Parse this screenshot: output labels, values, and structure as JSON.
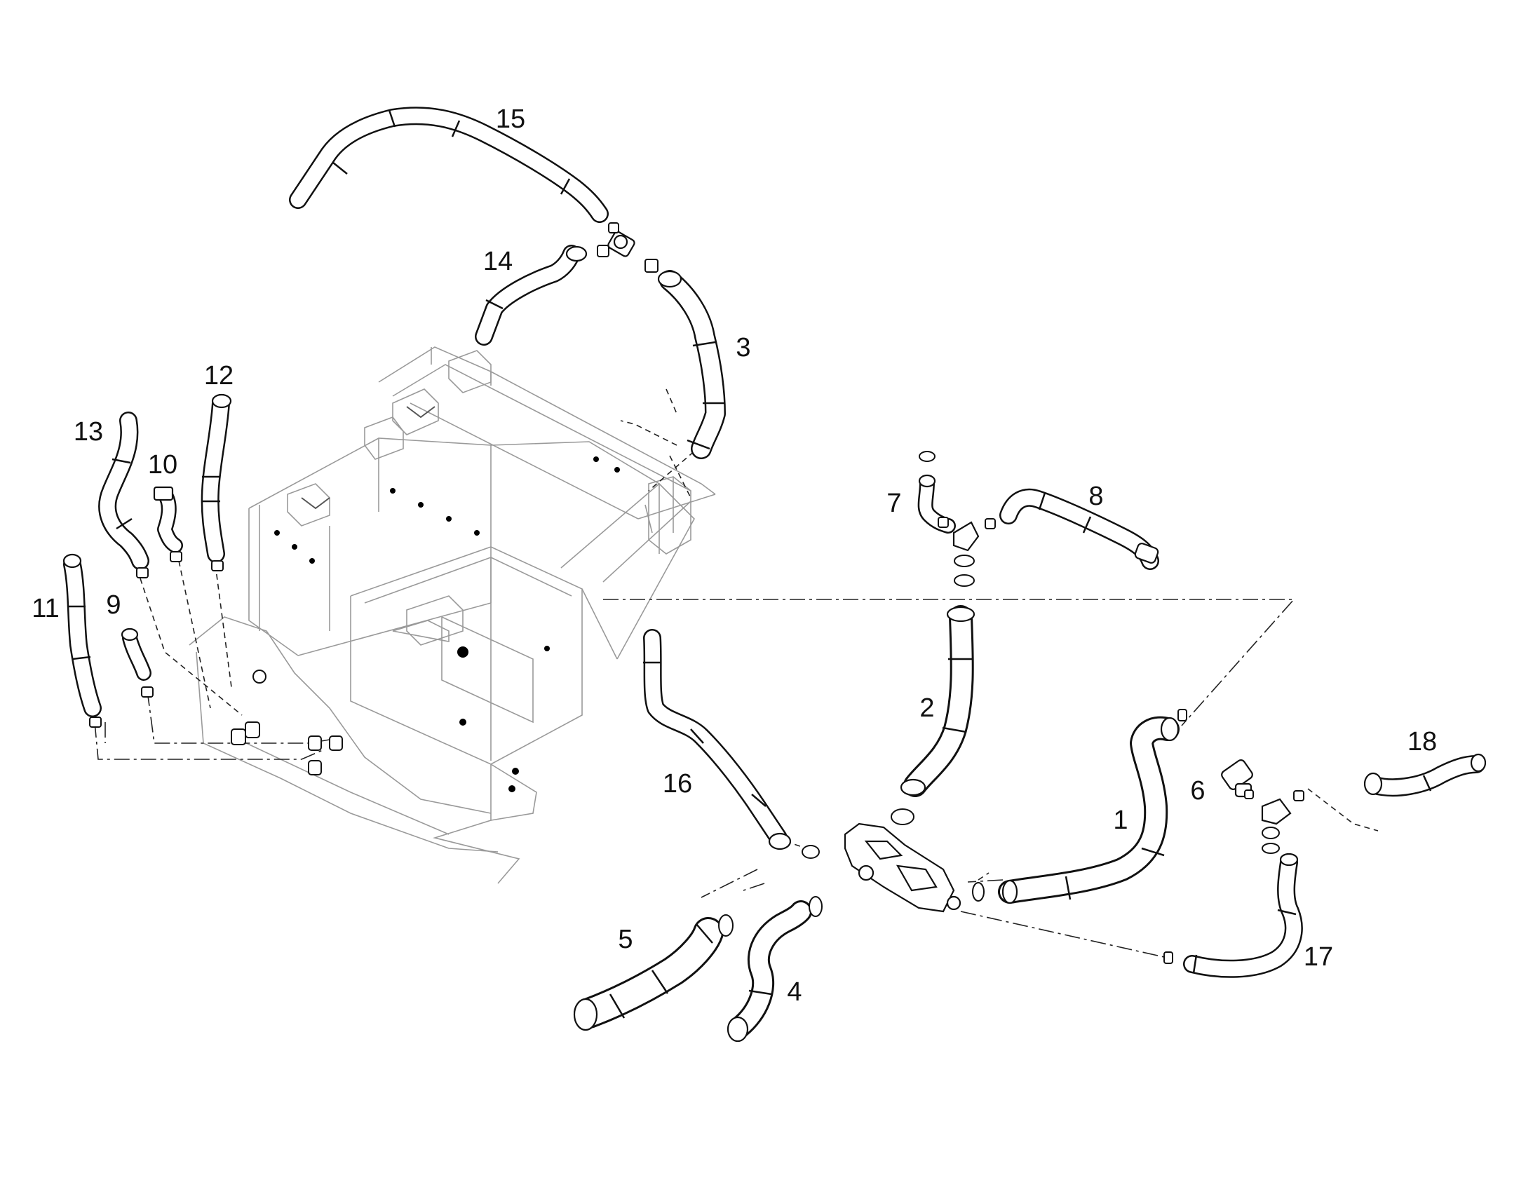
{
  "callouts": [
    {
      "id": "1",
      "label": "1"
    },
    {
      "id": "2",
      "label": "2"
    },
    {
      "id": "3",
      "label": "3"
    },
    {
      "id": "4",
      "label": "4"
    },
    {
      "id": "5",
      "label": "5"
    },
    {
      "id": "6",
      "label": "6"
    },
    {
      "id": "7",
      "label": "7"
    },
    {
      "id": "8",
      "label": "8"
    },
    {
      "id": "9",
      "label": "9"
    },
    {
      "id": "10",
      "label": "10"
    },
    {
      "id": "11",
      "label": "11"
    },
    {
      "id": "12",
      "label": "12"
    },
    {
      "id": "13",
      "label": "13"
    },
    {
      "id": "14",
      "label": "14"
    },
    {
      "id": "15",
      "label": "15"
    },
    {
      "id": "16",
      "label": "16"
    },
    {
      "id": "17",
      "label": "17"
    },
    {
      "id": "18",
      "label": "18"
    }
  ],
  "colors": {
    "line": "#111111",
    "frame": "#9a9a9a",
    "background": "#ffffff"
  }
}
